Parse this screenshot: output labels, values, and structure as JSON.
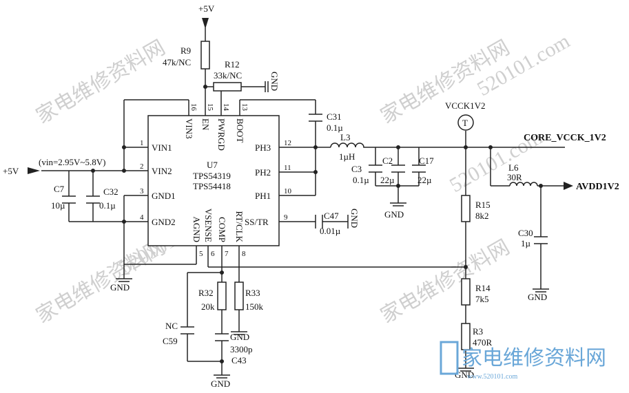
{
  "watermark": {
    "text": "家电维修资料网",
    "domain": "520101.com"
  },
  "brand": {
    "text": "家电维修资料网",
    "url": "www.520101.com",
    "color": "#6aa7d8"
  },
  "ic": {
    "ref": "U7",
    "part1": "TPS54319",
    "part2": "TPS54418",
    "pins": {
      "vin3": "VIN3",
      "en": "EN",
      "pwrgd": "PWRGD",
      "boot": "BOOT",
      "vin1": "VIN1",
      "vin2": "VIN2",
      "gnd1": "GND1",
      "gnd2": "GND2",
      "ph3": "PH3",
      "ph2": "PH2",
      "ph1": "PH1",
      "sstr": "SS/TR",
      "agnd": "AGND",
      "vsense": "VSENSE",
      "comp": "COMP",
      "rtclk": "RT/CLK"
    },
    "pin_numbers": {
      "p1": "1",
      "p2": "2",
      "p3": "3",
      "p4": "4",
      "p5": "5",
      "p6": "6",
      "p7": "7",
      "p8": "8",
      "p9": "9",
      "p10": "10",
      "p11": "11",
      "p12": "12",
      "p13": "13",
      "p14": "14",
      "p15": "15",
      "p16": "16"
    }
  },
  "nets": {
    "vin_top": "+5V",
    "vin_left": "+5V",
    "vin_range": "(vin=2.95V~5.8V)",
    "testpoint": "VCCK1V2",
    "testpoint_mark": "T",
    "out1": "CORE_VCCK_1V2",
    "out2": "AVDD1V2",
    "gnd": "GND"
  },
  "components": {
    "R9": {
      "ref": "R9",
      "value": "47k/NC"
    },
    "R12": {
      "ref": "R12",
      "value": "33k/NC"
    },
    "C31": {
      "ref": "C31",
      "value": "0.1µ"
    },
    "L3": {
      "ref": "L3",
      "value": "1µH"
    },
    "C3": {
      "ref": "C3",
      "value": "0.1µ"
    },
    "C2": {
      "ref": "C2",
      "value": "22µ"
    },
    "C17": {
      "ref": "C17",
      "value": "22µ"
    },
    "L6": {
      "ref": "L6",
      "value": "30R"
    },
    "C30": {
      "ref": "C30",
      "value": "1µ"
    },
    "C7": {
      "ref": "C7",
      "value": "10µ"
    },
    "C32": {
      "ref": "C32",
      "value": "0.1µ"
    },
    "C47": {
      "ref": "C47",
      "value": "0.01µ"
    },
    "R15": {
      "ref": "R15",
      "value": "8k2"
    },
    "R14": {
      "ref": "R14",
      "value": "7k5"
    },
    "R3": {
      "ref": "R3",
      "value": "470R"
    },
    "R32": {
      "ref": "R32",
      "value": "20k"
    },
    "R33": {
      "ref": "R33",
      "value": "150k"
    },
    "C59": {
      "ref": "C59",
      "value": "NC"
    },
    "C43": {
      "ref": "C43",
      "value": "3300p"
    }
  }
}
